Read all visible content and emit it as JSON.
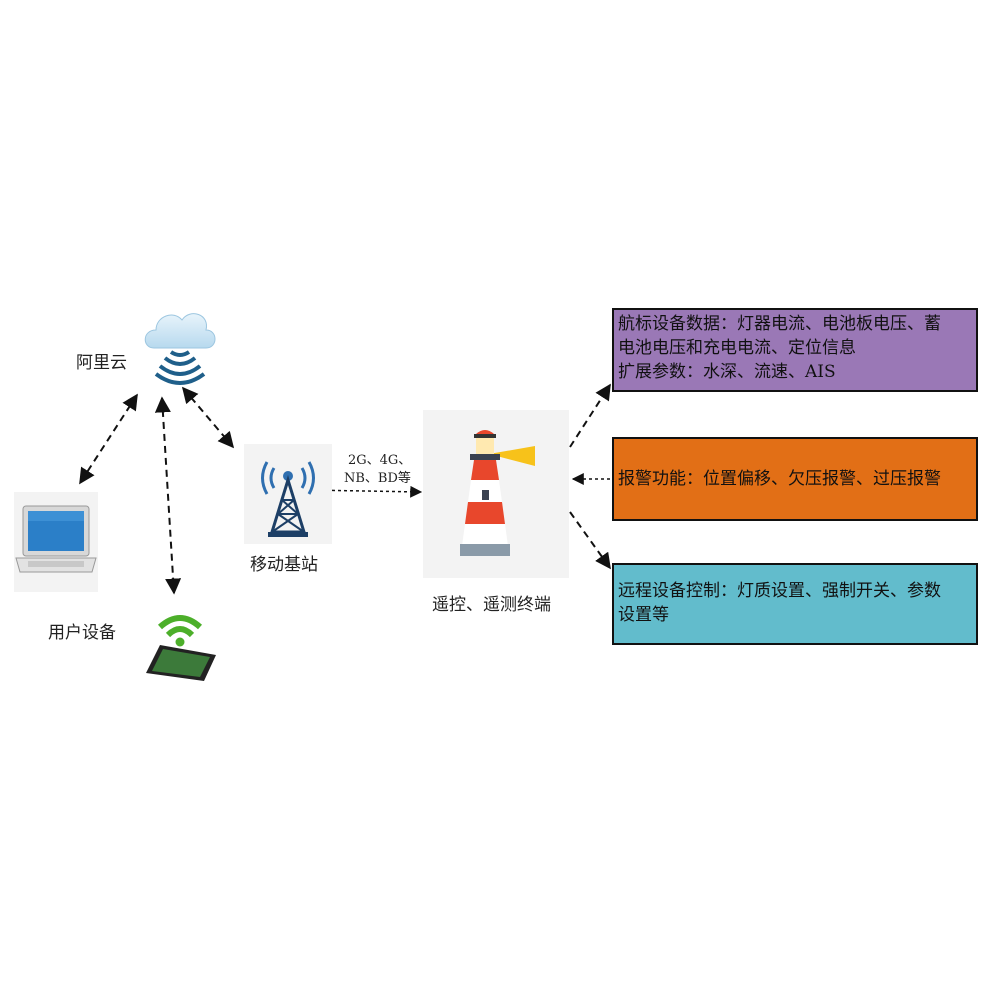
{
  "nodes": {
    "cloud": {
      "label": "阿里云"
    },
    "user_devices": {
      "label": "用户设备"
    },
    "base_station": {
      "label": "移动基站"
    },
    "terminal": {
      "label": "遥控、遥测终端"
    }
  },
  "link_label": {
    "line1": "2G、4G、",
    "line2": "NB、BD等"
  },
  "boxes": {
    "data": {
      "color": "#9a78b6",
      "lines": [
        "航标设备数据：灯器电流、电池板电压、蓄",
        "电池电压和充电电流、定位信息",
        "扩展参数：水深、流速、AIS"
      ]
    },
    "alarm": {
      "color": "#e26f16",
      "lines": [
        "报警功能：位置偏移、欠压报警、过压报警"
      ]
    },
    "control": {
      "color": "#62bccc",
      "lines": [
        "远程设备控制：灯质设置、强制开关、参数",
        "设置等"
      ]
    }
  },
  "icons": [
    "cloud-icon",
    "laptop-icon",
    "smartphone-icon",
    "cell-tower-icon",
    "lighthouse-icon"
  ]
}
